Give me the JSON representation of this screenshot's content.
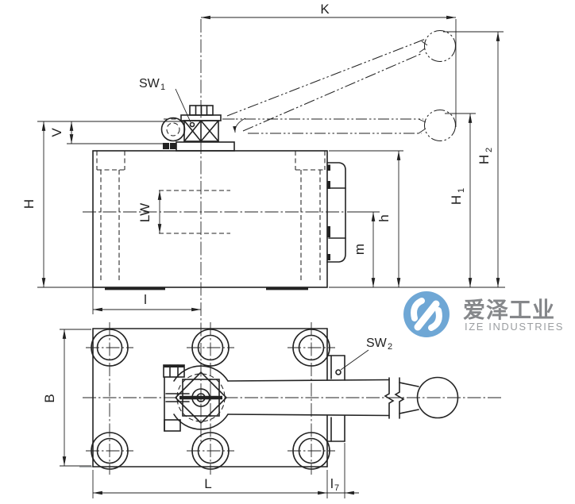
{
  "labels": {
    "K": "K",
    "SW1": {
      "main": "SW",
      "sub": "1"
    },
    "V": "V",
    "H": "H",
    "LW": "LW",
    "l": "l",
    "h": "h",
    "m": "m",
    "H1": {
      "main": "H",
      "sub": "1"
    },
    "H2": {
      "main": "H",
      "sub": "2"
    },
    "B": "B",
    "SW2": {
      "main": "SW",
      "sub": "2"
    },
    "L": "L",
    "l7": {
      "main": "l",
      "sub": "7"
    }
  },
  "watermark": {
    "company_cn": "爱泽工业",
    "company_en": "IZE INDUSTRIES",
    "logo_color": "#6fa7d5",
    "cn_text_color": "#85878a",
    "en_text_color": "#9b9ea1"
  },
  "drawing": {
    "line_color": "#222222",
    "background_color": "#ffffff"
  }
}
